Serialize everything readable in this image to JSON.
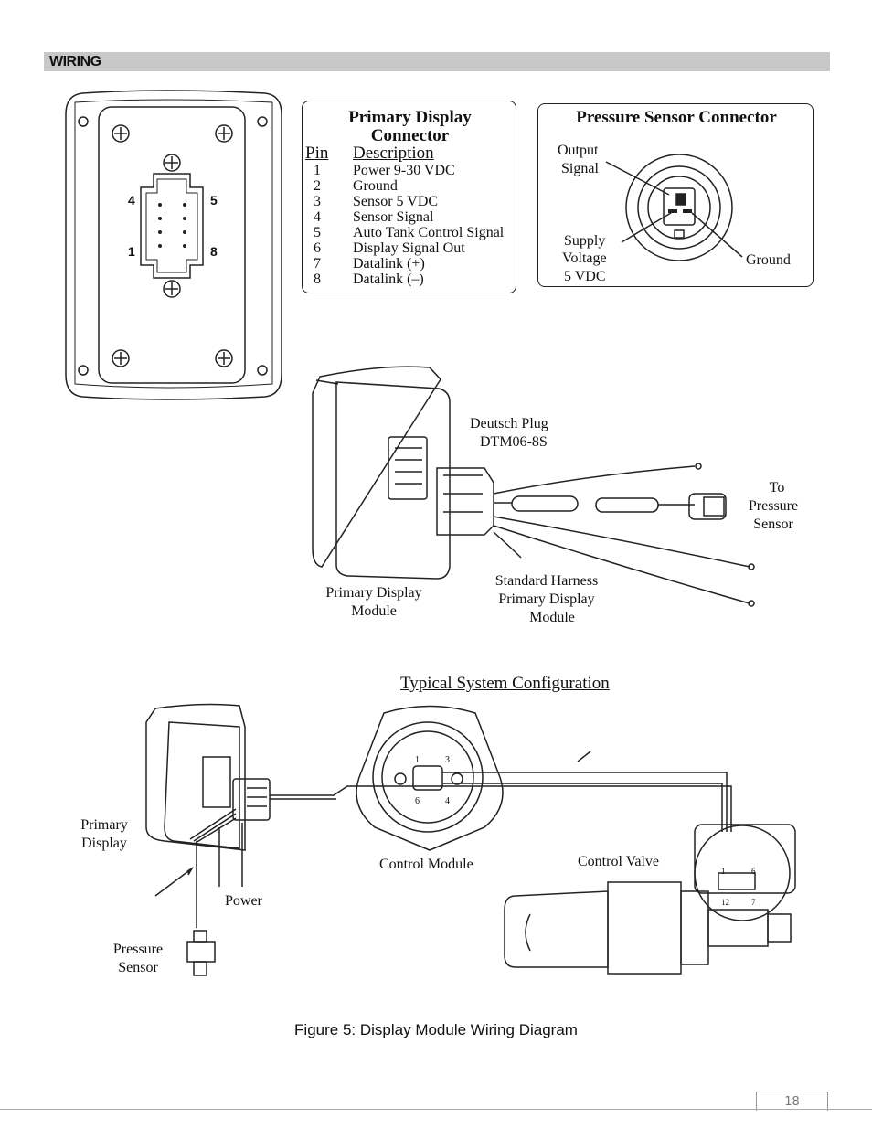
{
  "header": {
    "section_title": "WIRING"
  },
  "connector_face": {
    "pin_numbers": [
      "4",
      "5",
      "1",
      "8"
    ]
  },
  "primary_display_connector": {
    "title_line1": "Primary Display",
    "title_line2": "Connector",
    "col_pin": "Pin",
    "col_desc": "Description",
    "pins": [
      {
        "pin": "1",
        "desc": "Power 9-30 VDC"
      },
      {
        "pin": "2",
        "desc": "Ground"
      },
      {
        "pin": "3",
        "desc": "Sensor 5 VDC"
      },
      {
        "pin": "4",
        "desc": "Sensor Signal"
      },
      {
        "pin": "5",
        "desc": "Auto Tank Control Signal"
      },
      {
        "pin": "6",
        "desc": "Display Signal Out"
      },
      {
        "pin": "7",
        "desc": "Datalink (+)"
      },
      {
        "pin": "8",
        "desc": "Datalink (–)"
      }
    ]
  },
  "pressure_sensor_connector": {
    "title": "Pressure  Sensor  Connector",
    "output_signal": [
      "Output",
      "Signal"
    ],
    "supply_voltage": [
      "Supply",
      "Voltage",
      "5 VDC"
    ],
    "ground": "Ground"
  },
  "harness": {
    "deutsch_plug": [
      "Deutsch  Plug",
      "DTM06-8S"
    ],
    "to_pressure_sensor": [
      "To",
      "Pressure",
      "Sensor"
    ],
    "primary_display_module": [
      "Primary Display",
      "Module"
    ],
    "standard_harness": [
      "Standard Harness",
      "Primary Display",
      "Module"
    ]
  },
  "system": {
    "title": "Typical System Configuration",
    "primary_display": [
      "Primary",
      "Display"
    ],
    "power": "Power",
    "pressure_sensor": [
      "Pressure",
      "Sensor"
    ],
    "control_module": "Control Module",
    "control_valve": "Control Valve",
    "module_pins": [
      "1",
      "3",
      "6",
      "4"
    ],
    "valve_pins": [
      "1",
      "6",
      "12",
      "7"
    ]
  },
  "caption": "Figure 5: Display Module Wiring Diagram",
  "page_number": "18"
}
